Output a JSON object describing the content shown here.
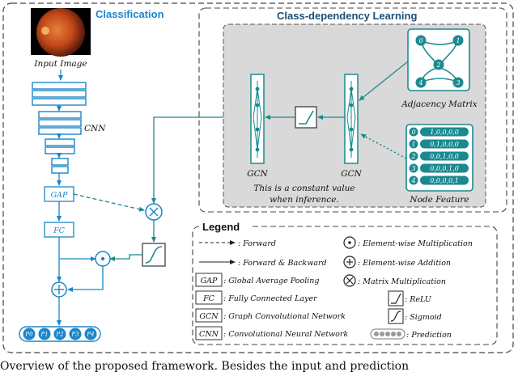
{
  "titles": {
    "classification": "Classification",
    "class_dependency": "Class-dependency Learning",
    "legend": "Legend"
  },
  "labels": {
    "input_image": "Input Image",
    "cnn": "CNN",
    "gap": "GAP",
    "fc": "FC",
    "gcn_left": "GCN",
    "gcn_right": "GCN",
    "adjacency_matrix": "Adjacency Matrix",
    "node_feature": "Node Feature",
    "constant_line1": "This is a constant value",
    "constant_line2": "when inference."
  },
  "adjacency_nodes": [
    "0",
    "1",
    "2",
    "4",
    "3"
  ],
  "node_features": [
    {
      "index": "0",
      "vector": "1,0,0,0,0"
    },
    {
      "index": "1",
      "vector": "0,1,0,0,0"
    },
    {
      "index": "2",
      "vector": "0,0,1,0,0"
    },
    {
      "index": "3",
      "vector": "0,0,0,1,0"
    },
    {
      "index": "4",
      "vector": "0,0,0,0,1"
    }
  ],
  "predictions": [
    "P0",
    "P1",
    "P2",
    "P3",
    "P4"
  ],
  "legend": {
    "forward": ": Forward",
    "forward_backward": ": Forward & Backward",
    "gap_key": "GAP",
    "gap_desc": ": Global Average Pooling",
    "fc_key": "FC",
    "fc_desc": ": Fully Connected Layer",
    "gcn_key": "GCN",
    "gcn_desc": ": Graph Convolutional Network",
    "cnn_key": "CNN",
    "cnn_desc": ": Convolutional Neural Network",
    "elementwise_mult": ": Element-wise Multiplication",
    "elementwise_add": ": Element-wise Addition",
    "matrix_mult": ": Matrix Multiplication",
    "relu": ": ReLU",
    "sigmoid": ": Sigmoid",
    "prediction": ": Prediction"
  },
  "caption": "Overview of the proposed framework. Besides the input and prediction"
}
